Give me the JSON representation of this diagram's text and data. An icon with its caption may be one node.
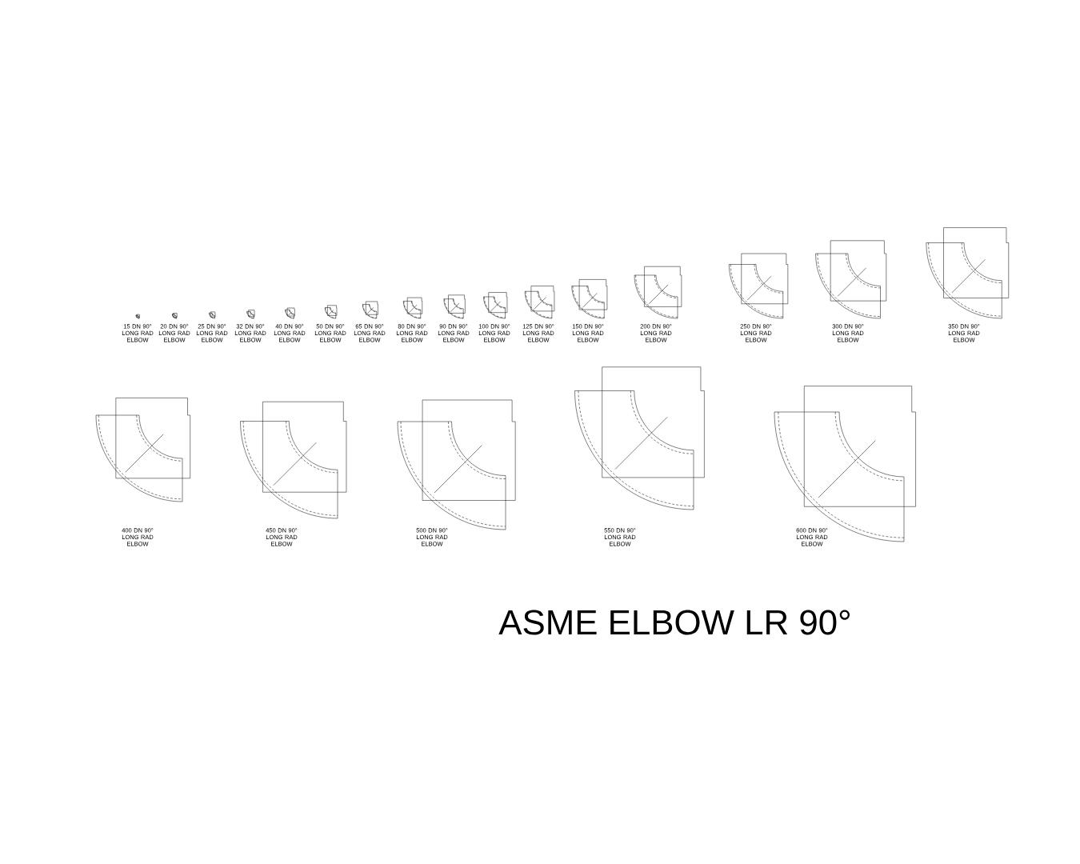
{
  "diagram": {
    "title": "ASME ELBOW LR 90°",
    "labels": [
      "15 DN 90° LONG RAD ELBOW",
      "20 DN 90° LONG RAD ELBOW",
      "25 DN 90° LONG RAD ELBOW",
      "32 DN 90° LONG RAD ELBOW",
      "40 DN 90° LONG RAD ELBOW",
      "50 DN 90° LONG RAD ELBOW",
      "65 DN 90° LONG RAD ELBOW",
      "80 DN 90° LONG RAD ELBOW",
      "90 DN 90° LONG RAD ELBOW",
      "100 DN 90° LONG RAD ELBOW",
      "125 DN 90° LONG RAD ELBOW",
      "150 DN 90° LONG RAD ELBOW",
      "200 DN 90° LONG RAD ELBOW",
      "250 DN 90° LONG RAD ELBOW",
      "300 DN 90° LONG RAD ELBOW",
      "350 DN 90° LONG RAD ELBOW",
      "400 DN 90° LONG RAD ELBOW",
      "450 DN 90° LONG RAD ELBOW",
      "500 DN 90° LONG RAD ELBOW",
      "550 DN 90° LONG RAD ELBOW",
      "600 DN 90° LONG RAD ELBOW"
    ]
  }
}
